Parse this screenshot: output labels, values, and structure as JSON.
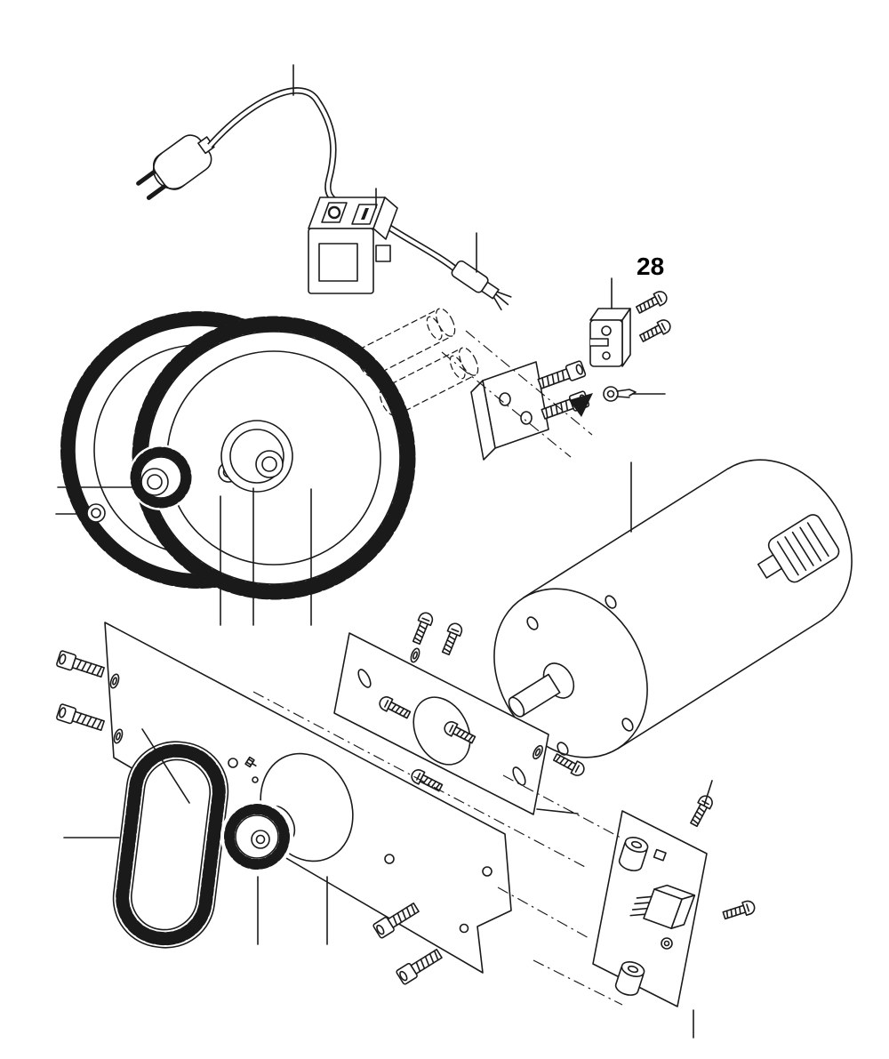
{
  "page": {
    "background": "#ffffff",
    "line_color": "#1a1a1a"
  },
  "diagram": {
    "type": "exploded-parts-diagram",
    "callout_label": "28",
    "parts": [
      "power-plug",
      "power-cord",
      "cord-end-ferrule",
      "power-switch",
      "rear-gear",
      "front-gear",
      "pinion-gear",
      "gear-hub",
      "hub-ring",
      "retaining-ring",
      "spacer-sleeves",
      "mounting-bracket",
      "bracket-screws",
      "cable-clamp",
      "clamp-screws",
      "ring-terminal",
      "assembly-arrow",
      "motor",
      "motor-shaft",
      "motor-connector",
      "motor-mounting-plate",
      "plate-screws",
      "main-mounting-plate",
      "timing-belt",
      "belt-pulley",
      "set-screw",
      "cap-screws",
      "washers",
      "circuit-board",
      "board-standoffs",
      "board-connector",
      "board-screws"
    ]
  }
}
